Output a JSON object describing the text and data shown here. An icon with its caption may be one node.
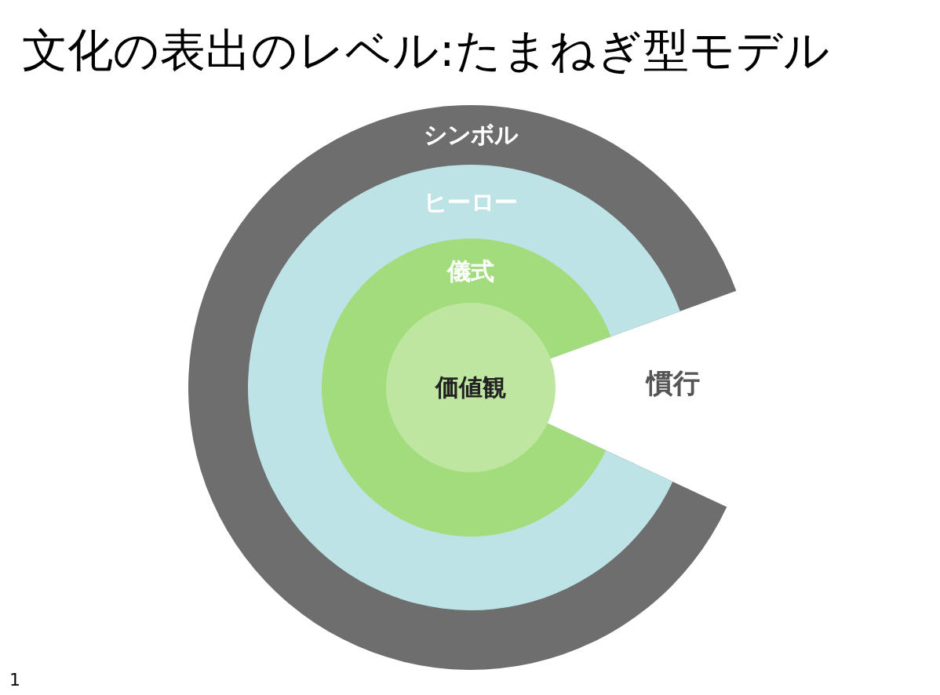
{
  "diagram": {
    "title": "文化の表出のレベル:たまねぎ型モデル",
    "nodes": [
      {
        "text": [
          "シンボル"
        ]
      },
      {
        "text": [
          "ヒーロー"
        ],
        "in": 0
      },
      {
        "text": [
          "儀式"
        ],
        "in": 1
      },
      {
        "text": [
          "価値観"
        ],
        "in": 2
      }
    ],
    "labels": [
      "慣行",
      "1"
    ]
  }
}
